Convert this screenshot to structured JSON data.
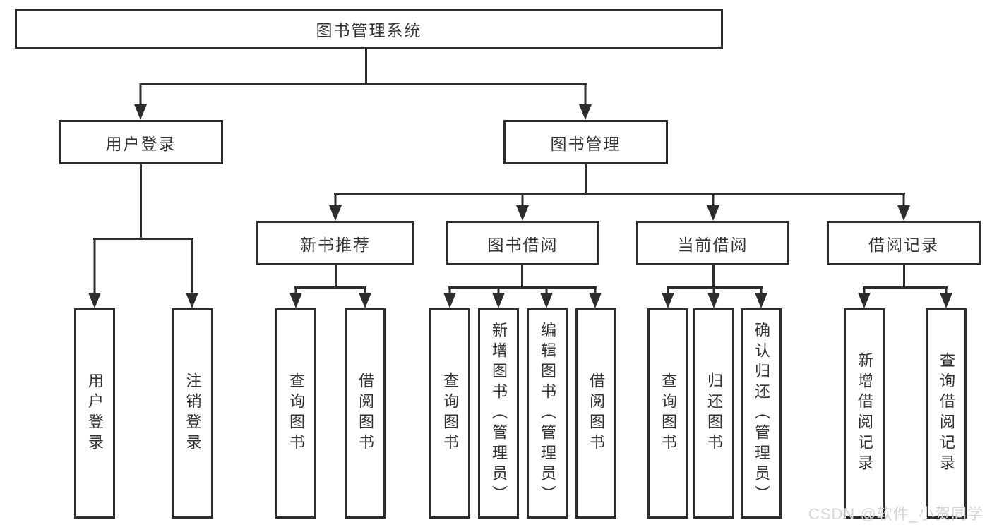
{
  "colors": {
    "line": "#2d2d2d",
    "box_border": "#2d2d2d",
    "text": "#333333",
    "watermark": "#d6d6da",
    "background": "#ffffff"
  },
  "watermark": {
    "text": "CSDN @软件_小贺同学"
  },
  "tree": {
    "root": {
      "label": "图书管理系统"
    },
    "branches": [
      {
        "label": "用户登录",
        "children": [
          {
            "label": "用户登录"
          },
          {
            "label": "注销登录"
          }
        ]
      },
      {
        "label": "图书管理",
        "sections": [
          {
            "label": "新书推荐",
            "children": [
              {
                "label": "查询图书"
              },
              {
                "label": "借阅图书"
              }
            ]
          },
          {
            "label": "图书借阅",
            "children": [
              {
                "label": "查询图书"
              },
              {
                "label": "新增图书（管理员）"
              },
              {
                "label": "编辑图书（管理员）"
              },
              {
                "label": "借阅图书"
              }
            ]
          },
          {
            "label": "当前借阅",
            "children": [
              {
                "label": "查询图书"
              },
              {
                "label": "归还图书"
              },
              {
                "label": "确认归还（管理员）"
              }
            ]
          },
          {
            "label": "借阅记录",
            "children": [
              {
                "label": "新增借阅记录"
              },
              {
                "label": "查询借阅记录"
              }
            ]
          }
        ]
      }
    ]
  }
}
